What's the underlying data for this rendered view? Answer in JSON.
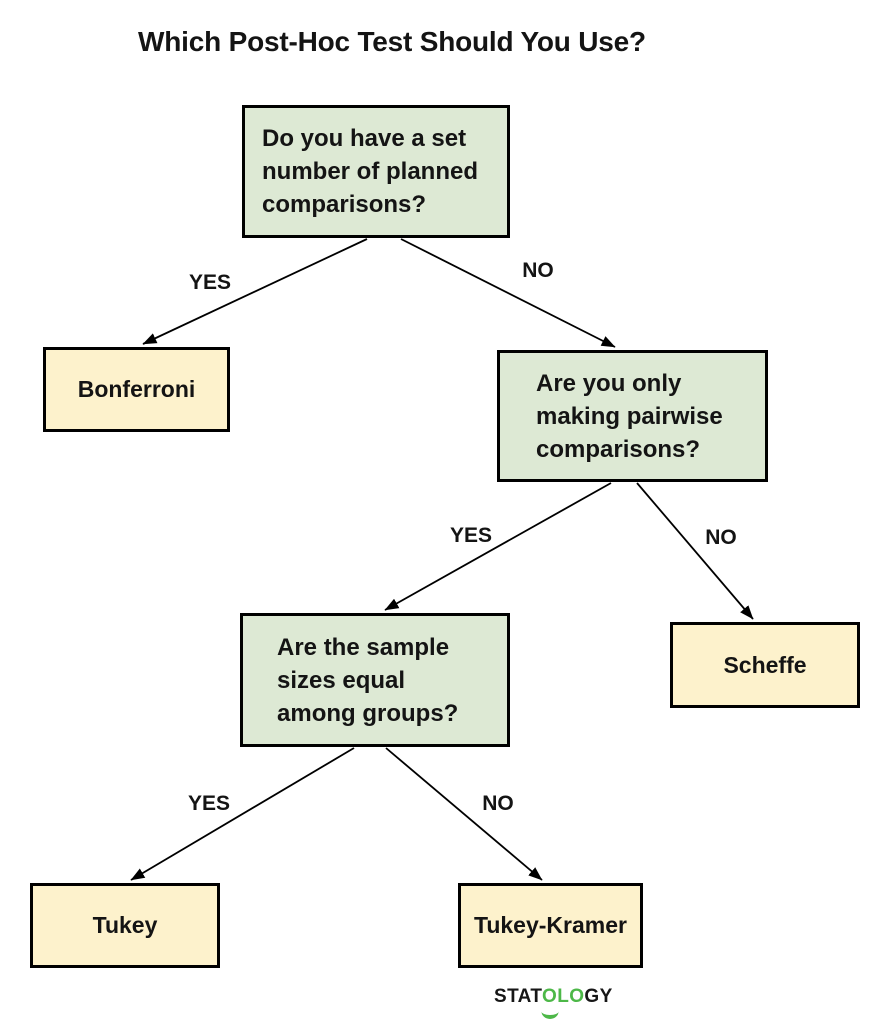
{
  "title": "Which Post-Hoc Test Should You Use?",
  "colors": {
    "question_fill": "#dde9d4",
    "answer_fill": "#fdf2cc",
    "box_border": "#000000",
    "logo_green": "#4db848"
  },
  "flowchart": {
    "questions": [
      {
        "id": "q1",
        "text": "Do you have a set\nnumber of planned\ncomparisons?"
      },
      {
        "id": "q2",
        "text": "Are you only\nmaking pairwise\ncomparisons?"
      },
      {
        "id": "q3",
        "text": "Are the sample\nsizes equal\namong groups?"
      }
    ],
    "answers": [
      {
        "id": "bonferroni",
        "text": "Bonferroni"
      },
      {
        "id": "scheffe",
        "text": "Scheffe"
      },
      {
        "id": "tukey",
        "text": "Tukey"
      },
      {
        "id": "tukey_kramer",
        "text": "Tukey-Kramer"
      }
    ],
    "edges": [
      {
        "from": "q1",
        "to": "bonferroni",
        "label": "YES"
      },
      {
        "from": "q1",
        "to": "q2",
        "label": "NO"
      },
      {
        "from": "q2",
        "to": "q3",
        "label": "YES"
      },
      {
        "from": "q2",
        "to": "scheffe",
        "label": "NO"
      },
      {
        "from": "q3",
        "to": "tukey",
        "label": "YES"
      },
      {
        "from": "q3",
        "to": "tukey_kramer",
        "label": "NO"
      }
    ]
  },
  "logo": {
    "segments": [
      {
        "text": "STAT",
        "color": "dark"
      },
      {
        "text": "OLO",
        "color": "green"
      },
      {
        "text": "GY",
        "color": "dark"
      }
    ]
  }
}
